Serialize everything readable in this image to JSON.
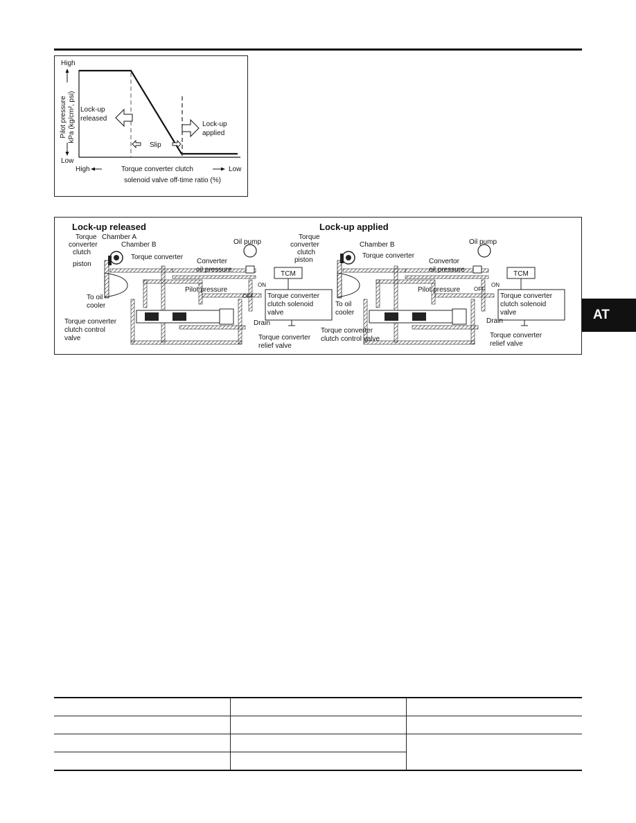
{
  "header": {
    "section_tab": "AT"
  },
  "graph": {
    "y_high": "High",
    "y_low": "Low",
    "y_axis_label_line1": "Pilot pressure",
    "y_axis_label_line2": "kPa (kg/cm², psi)",
    "lockup_released_line1": "Lock-up",
    "lockup_released_line2": "released",
    "lockup_applied_line1": "Lock-up",
    "lockup_applied_line2": "applied",
    "slip": "Slip",
    "x_high": "High",
    "x_low": "Low",
    "x_axis_label_line1": "Torque converter clutch",
    "x_axis_label_line2": "solenoid valve off-time ratio (%)"
  },
  "chart_data": {
    "type": "line",
    "title": "",
    "xlabel": "Torque converter clutch solenoid valve off-time ratio (%)",
    "ylabel": "Pilot pressure kPa (kg/cm², psi)",
    "x_ticks": [
      "High",
      "Low"
    ],
    "y_ticks": [
      "High",
      "Low"
    ],
    "regions": [
      "Lock-up released",
      "Slip",
      "Lock-up applied"
    ],
    "series": [
      {
        "values": [
          [
            "High",
            "High"
          ],
          [
            "Lock-up released boundary",
            "High"
          ],
          [
            "Lock-up applied boundary",
            "Low"
          ],
          [
            "Low",
            "Low"
          ]
        ]
      }
    ]
  },
  "diagram": {
    "left_title": "Lock-up released",
    "right_title": "Lock-up applied",
    "left": {
      "tcc_piston_line1": "Torque",
      "tcc_piston_line2": "converter",
      "tcc_piston_line3": "clutch",
      "tcc_piston_line4": "piston",
      "chamber_a": "Chamber A",
      "chamber_b": "Chamber B",
      "torque_converter": "Torque converter",
      "oil_pump": "Oil pump",
      "converter_pressure_line1": "Converter",
      "converter_pressure_line2": "oil pressure",
      "tcm": "TCM",
      "on": "ON",
      "off": "OFF",
      "pilot_pressure": "Pilot pressure",
      "to_oil_cooler_line1": "To oil",
      "to_oil_cooler_line2": "cooler",
      "solenoid_line1": "Torque converter",
      "solenoid_line2": "clutch solenoid",
      "solenoid_line3": "valve",
      "drain": "Drain",
      "control_valve_line1": "Torque converter",
      "control_valve_line2": "clutch control",
      "control_valve_line3": "valve",
      "relief_valve_line1": "Torque converter",
      "relief_valve_line2": "relief valve"
    },
    "right": {
      "tcc_piston_line1": "Torque",
      "tcc_piston_line2": "converter",
      "tcc_piston_line3": "clutch",
      "tcc_piston_line4": "piston",
      "chamber_b": "Chamber B",
      "torque_converter": "Torque converter",
      "oil_pump": "Oil pump",
      "converter_pressure_line1": "Convertor",
      "converter_pressure_line2": "oil pressure",
      "tcm": "TCM",
      "on": "ON",
      "off": "OFF",
      "pilot_pressure": "Pilot pressure",
      "to_oil_cooler_line1": "To oil",
      "to_oil_cooler_line2": "cooler",
      "solenoid_line1": "Torque converter",
      "solenoid_line2": "clutch solenoid",
      "solenoid_line3": "valve",
      "drain": "Drain",
      "control_valve_line1": "Torque converter",
      "control_valve_line2": "clutch control valve",
      "relief_valve_line1": "Torque converter",
      "relief_valve_line2": "relief valve"
    }
  },
  "table": {
    "rows": [
      [
        "",
        "",
        ""
      ],
      [
        "",
        "",
        ""
      ],
      [
        "",
        "",
        ""
      ],
      [
        "",
        "",
        ""
      ]
    ]
  }
}
